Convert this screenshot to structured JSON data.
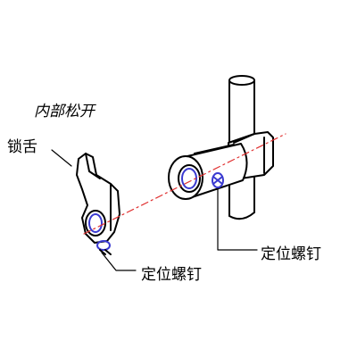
{
  "labels": {
    "internal_release": "内部松开",
    "lock_tongue": "锁舌",
    "set_screw_left": "定位螺钉",
    "set_screw_right": "定位螺钉"
  },
  "colors": {
    "line": "#000000",
    "center_axis": "#e03030",
    "screw": "#3a3ad0",
    "background": "#ffffff"
  }
}
